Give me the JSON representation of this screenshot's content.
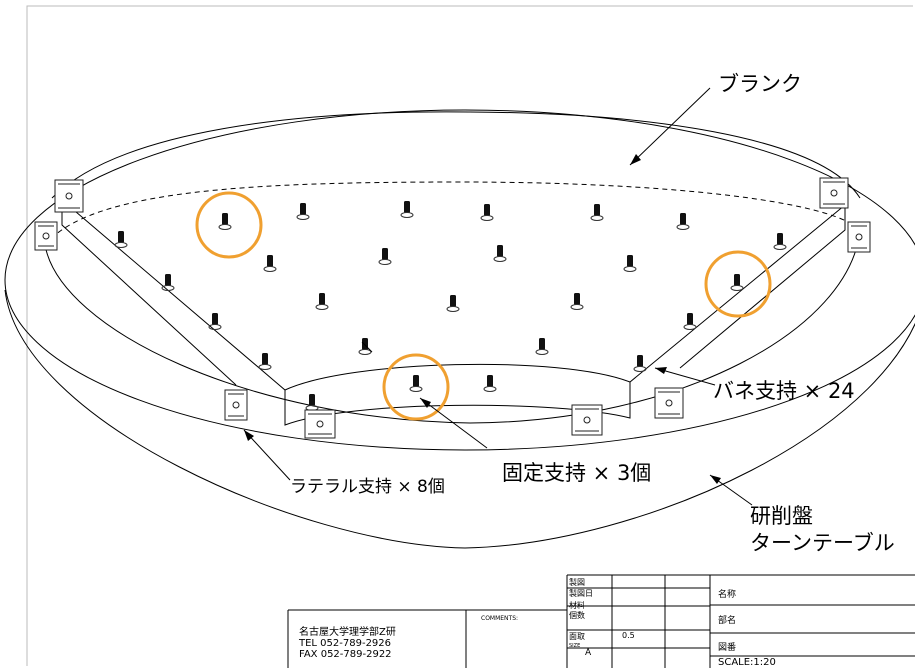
{
  "labels": {
    "blank": "ブランク",
    "spring_support": "バネ支持 × 24",
    "fixed_support": "固定支持 × 3個",
    "lateral_support": "ラテラル支持 × 8個",
    "turntable_line1": "研削盤",
    "turntable_line2": "ターンテーブル"
  },
  "title_block": {
    "org": "名古屋大学理学部Z研",
    "tel": "TEL  052-789-2926",
    "fax": "FAX  052-789-2922",
    "comments": "COMMENTS:",
    "drawn": "製図",
    "drawn_date": "製図日",
    "material": "材料",
    "quantity": "個数",
    "chamfer": "面取",
    "chamfer_value": "0.5",
    "size_label": "SIZE",
    "size_value": "A",
    "name": "名称",
    "department": "部名",
    "drawing_no": "図番",
    "scale": "SCALE:1:20"
  },
  "colors": {
    "highlight": "#f0a030",
    "line": "#000000"
  }
}
